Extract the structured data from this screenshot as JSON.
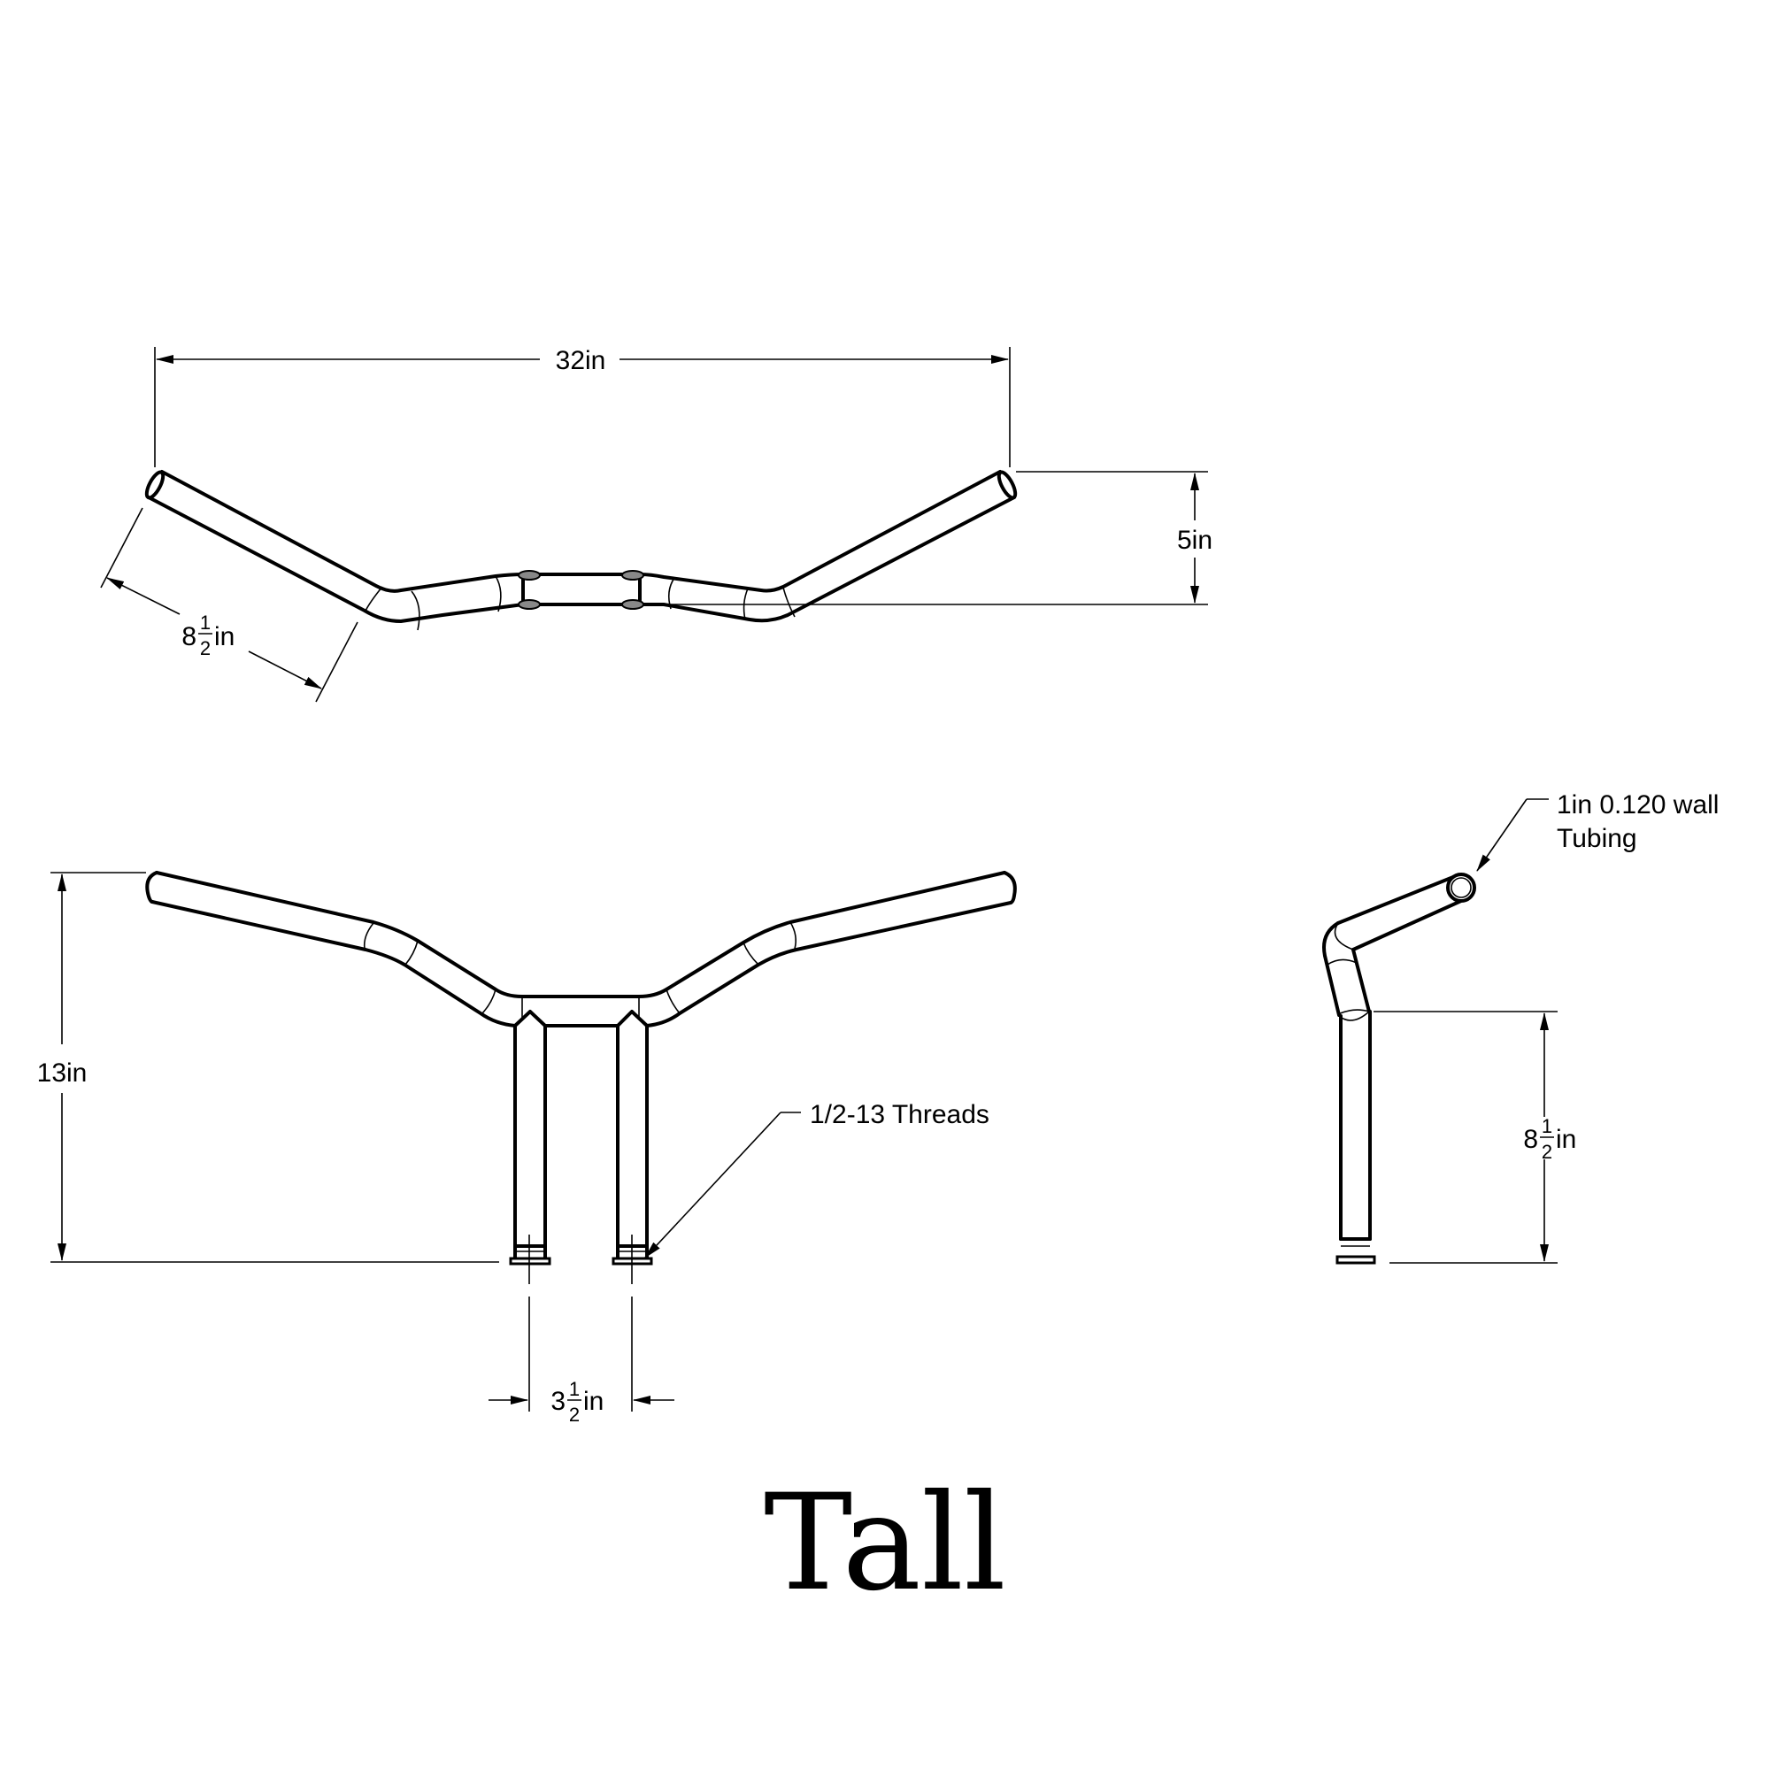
{
  "title": "Tall",
  "views": {
    "top": {
      "dimensions": {
        "overall_width": "32in",
        "rise": "5in",
        "end_length": {
          "whole": "8",
          "num": "1",
          "den": "2",
          "unit": "in"
        }
      }
    },
    "front": {
      "dimensions": {
        "overall_height": "13in",
        "riser_spacing": {
          "whole": "3",
          "num": "1",
          "den": "2",
          "unit": "in"
        }
      },
      "callouts": {
        "threads": "1/2-13 Threads"
      }
    },
    "side": {
      "dimensions": {
        "riser_height": {
          "whole": "8",
          "num": "1",
          "den": "2",
          "unit": "in"
        }
      },
      "callouts": {
        "tubing_line1": "1in 0.120 wall",
        "tubing_line2": "Tubing"
      }
    }
  }
}
